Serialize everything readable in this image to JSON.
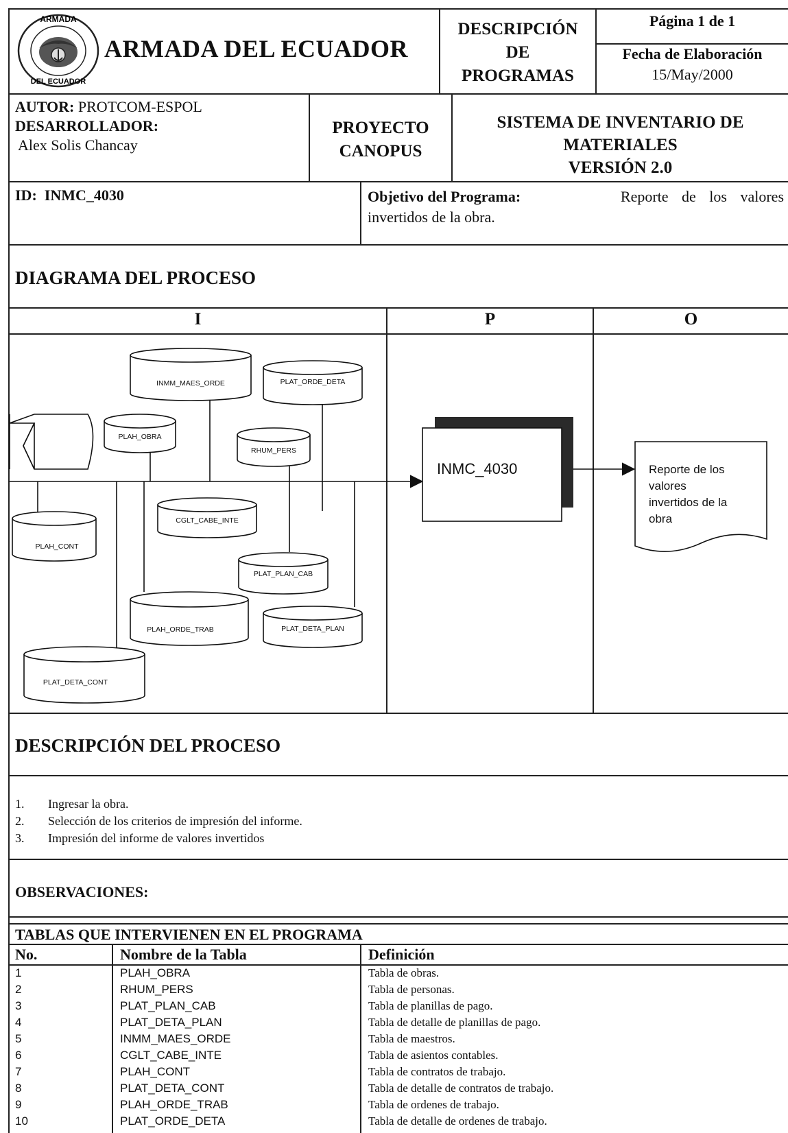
{
  "header": {
    "org_name": "ARMADA DEL ECUADOR",
    "seal_top_text": "ARMADA",
    "seal_bottom_text": "DEL ECUADOR",
    "doc_type_line1": "DESCRIPCIÓN",
    "doc_type_line2": "DE",
    "doc_type_line3": "PROGRAMAS",
    "page_label": "Página 1 de 1",
    "date_label": "Fecha de Elaboración",
    "date_value": "15/May/2000"
  },
  "info": {
    "autor_label": "AUTOR:",
    "autor_value": "PROTCOM-ESPOL",
    "desarrollador_label": "DESARROLLADOR:",
    "desarrollador_value": "Alex Solis Chancay",
    "project_line1": "PROYECTO",
    "project_line2": "CANOPUS",
    "system_line1": "SISTEMA DE INVENTARIO DE",
    "system_line2": "MATERIALES",
    "system_line3": "VERSIÓN 2.0"
  },
  "id_row": {
    "id_label": "ID:",
    "id_value": "INMC_4030",
    "objective_label": "Objetivo del Programa:",
    "objective_text_1": "Reporte de los valores",
    "objective_text_2": "invertidos de la obra."
  },
  "diagram": {
    "section_title": "DIAGRAMA DEL PROCESO",
    "col_i": "I",
    "col_p": "P",
    "col_o": "O",
    "tables": {
      "inmm_maes_orde": "INMM_MAES_ORDE",
      "plat_orde_deta": "PLAT_ORDE_DETA",
      "plah_obra": "PLAH_OBRA",
      "rhum_pers": "RHUM_PERS",
      "cglt_cabe_inte": "CGLT_CABE_INTE",
      "plah_cont": "PLAH_CONT",
      "plat_plan_cab": "PLAT_PLAN_CAB",
      "plah_orde_trab": "PLAH_ORDE_TRAB",
      "plat_deta_plan": "PLAT_DETA_PLAN",
      "plat_deta_cont": "PLAT_DETA_CONT"
    },
    "process_name": "INMC_4030",
    "output_line1": "Reporte de los",
    "output_line2": "valores",
    "output_line3": "invertidos de la",
    "output_line4": "obra"
  },
  "description": {
    "section_title": "DESCRIPCIÓN DEL PROCESO",
    "steps": [
      {
        "num": "1.",
        "text": "Ingresar la obra."
      },
      {
        "num": "2.",
        "text": "Selección de los criterios de impresión del informe."
      },
      {
        "num": "3.",
        "text": "Impresión del informe de valores invertidos"
      }
    ]
  },
  "observations": {
    "title": "OBSERVACIONES:"
  },
  "tables_section": {
    "title": "TABLAS QUE INTERVIENEN EN EL PROGRAMA",
    "col_no": "No.",
    "col_name": "Nombre de la Tabla",
    "col_def": "Definición",
    "rows": [
      {
        "no": "1",
        "name": "PLAH_OBRA",
        "def": "Tabla de obras."
      },
      {
        "no": "2",
        "name": "RHUM_PERS",
        "def": "Tabla de personas."
      },
      {
        "no": "3",
        "name": "PLAT_PLAN_CAB",
        "def": "Tabla de planillas de pago."
      },
      {
        "no": "4",
        "name": "PLAT_DETA_PLAN",
        "def": "Tabla de detalle de planillas de pago."
      },
      {
        "no": "5",
        "name": "INMM_MAES_ORDE",
        "def": "Tabla de maestros."
      },
      {
        "no": "6",
        "name": "CGLT_CABE_INTE",
        "def": "Tabla de asientos contables."
      },
      {
        "no": "7",
        "name": "PLAH_CONT",
        "def": "Tabla de contratos de trabajo."
      },
      {
        "no": "8",
        "name": "PLAT_DETA_CONT",
        "def": "Tabla de detalle de contratos de trabajo."
      },
      {
        "no": "9",
        "name": "PLAH_ORDE_TRAB",
        "def": "Tabla de ordenes de trabajo."
      },
      {
        "no": "10",
        "name": "PLAT_ORDE_DETA",
        "def": "Tabla de detalle de ordenes de trabajo."
      }
    ]
  }
}
